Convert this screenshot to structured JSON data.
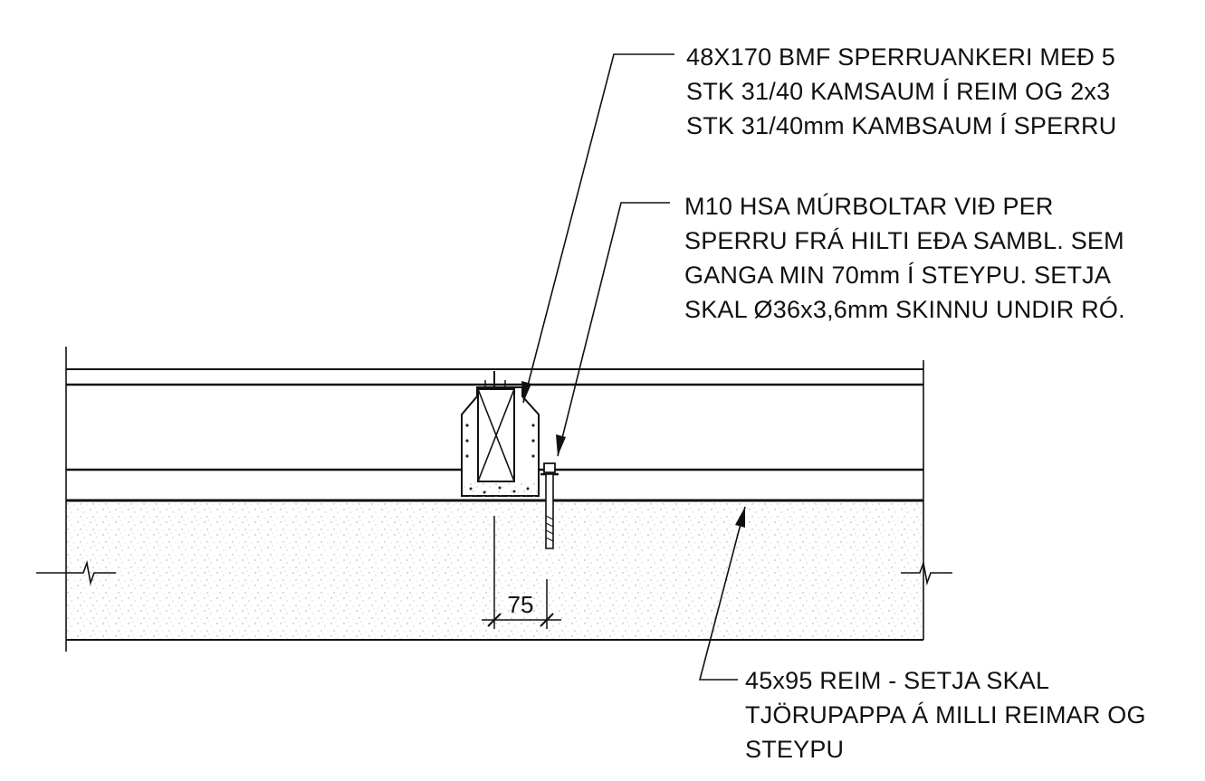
{
  "notes": {
    "rafter_anchor": [
      "48X170 BMF SPERRUANKERI MEÐ 5",
      "STK 31/40 KAMSAUM Í REIM OG 2x3",
      "STK 31/40mm KAMBSAUM Í SPERRU"
    ],
    "bolt": [
      "M10 HSA MÚRBOLTAR VIÐ PER",
      "SPERRU FRÁ HILTI EÐA SAMBL. SEM",
      "GANGA MIN 70mm Í STEYPU.  SETJA",
      "SKAL  Ø36x3,6mm SKINNU UNDIR RÓ."
    ],
    "plate": [
      "45x95 REIM - SETJA SKAL",
      "TJÖRUPAPPA Á MILLI REIMAR OG",
      "STEYPU"
    ]
  },
  "dimension": {
    "value": "75"
  },
  "colors": {
    "line": "#111111",
    "concrete_dot": "#9a9a9a",
    "background": "#ffffff"
  }
}
